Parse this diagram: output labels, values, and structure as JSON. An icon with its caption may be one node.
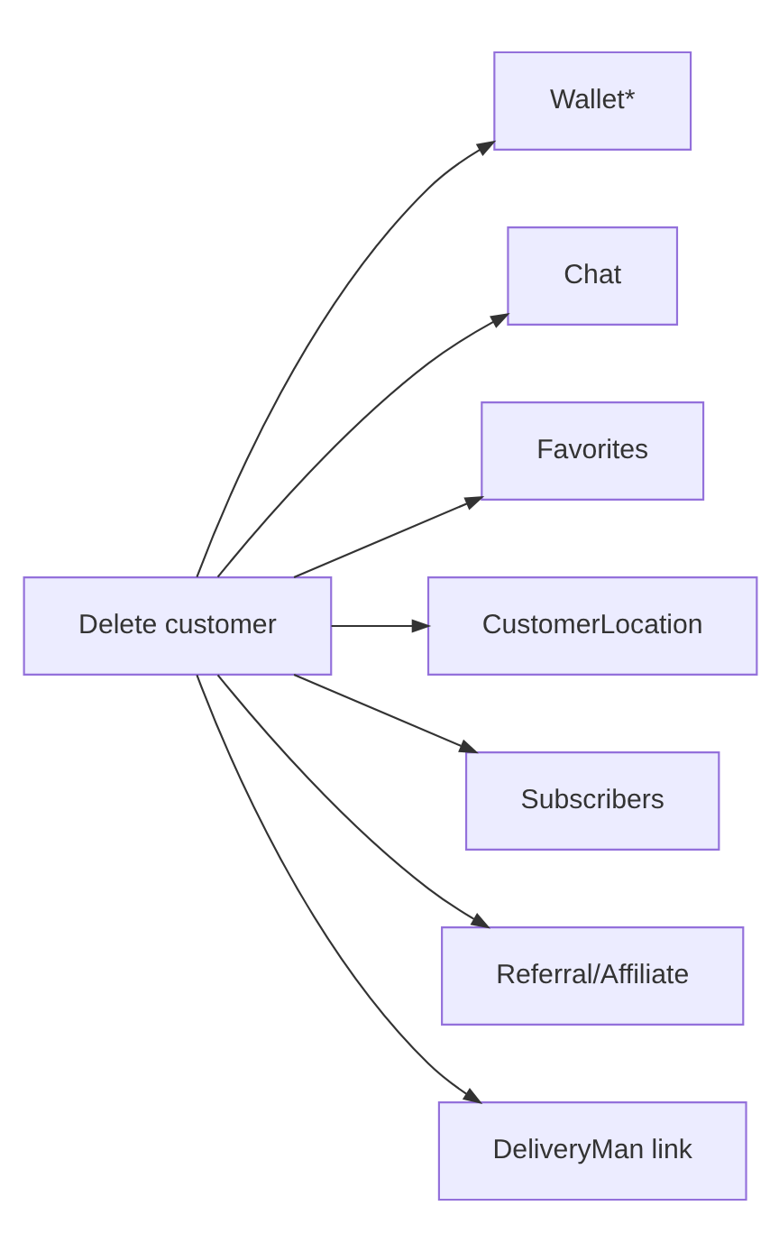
{
  "diagram": {
    "nodes": [
      {
        "text": [
          "Delete customer"
        ]
      },
      {
        "text": [
          "Wallet*"
        ]
      },
      {
        "text": [
          "Chat"
        ]
      },
      {
        "text": [
          "Favorites"
        ]
      },
      {
        "text": [
          "CustomerLocation"
        ]
      },
      {
        "text": [
          "Subscribers"
        ]
      },
      {
        "text": [
          "Referral/Affiliate"
        ]
      },
      {
        "text": [
          "DeliveryMan link"
        ]
      }
    ],
    "edges": [
      {
        "from": 0,
        "to": 1,
        "arrow": "to"
      },
      {
        "from": 0,
        "to": 2,
        "arrow": "to"
      },
      {
        "from": 0,
        "to": 3,
        "arrow": "to"
      },
      {
        "from": 0,
        "to": 4,
        "arrow": "to"
      },
      {
        "from": 0,
        "to": 5,
        "arrow": "to"
      },
      {
        "from": 0,
        "to": 6,
        "arrow": "to"
      },
      {
        "from": 0,
        "to": 7,
        "arrow": "to"
      }
    ]
  }
}
